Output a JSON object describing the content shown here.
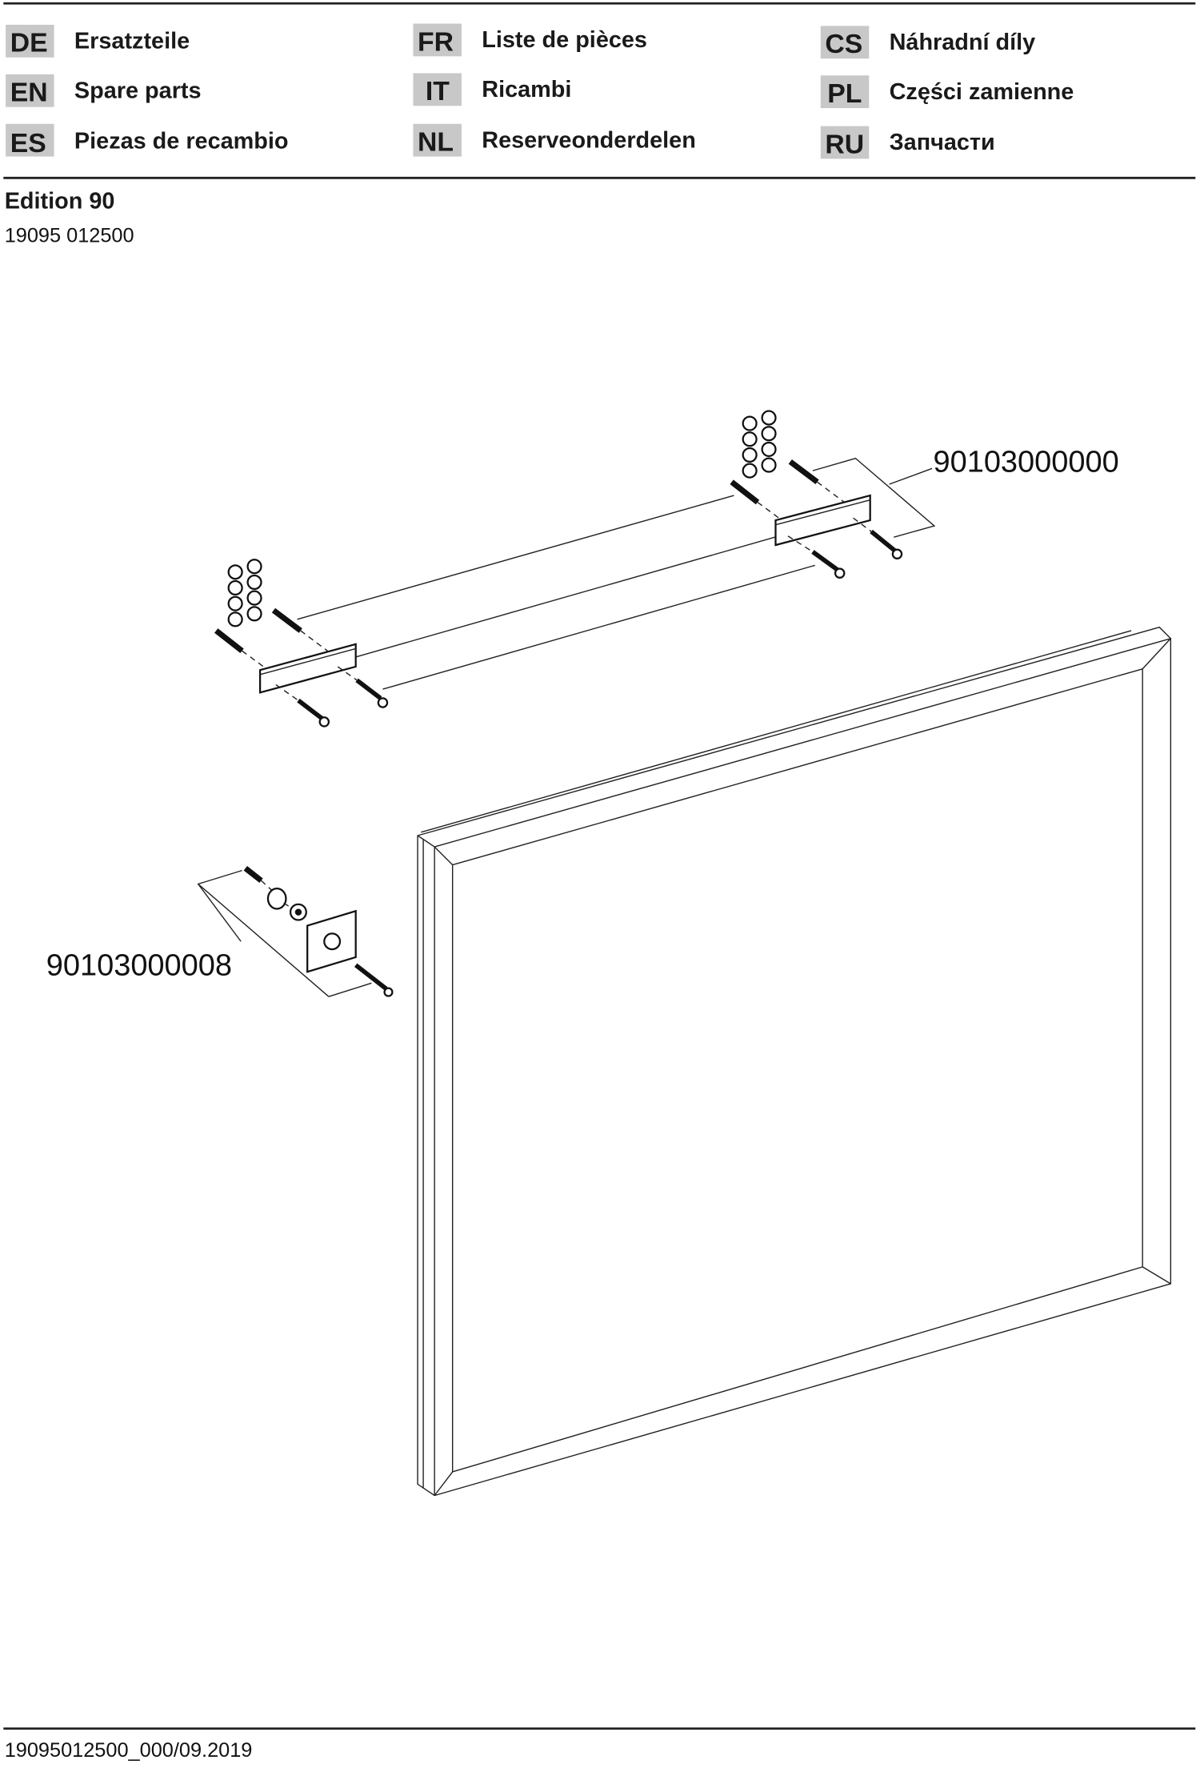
{
  "header": {
    "languages": [
      {
        "code": "DE",
        "label": "Ersatzteile"
      },
      {
        "code": "EN",
        "label": "Spare parts"
      },
      {
        "code": "ES",
        "label": "Piezas de recambio"
      },
      {
        "code": "FR",
        "label": "Liste de pièces"
      },
      {
        "code": "IT",
        "label": "Ricambi"
      },
      {
        "code": "NL",
        "label": "Reserveonderdelen"
      },
      {
        "code": "CS",
        "label": "Náhradní díly"
      },
      {
        "code": "PL",
        "label": "Części zamienne"
      },
      {
        "code": "RU",
        "label": "Запчасти"
      }
    ]
  },
  "product": {
    "name": "Edition 90",
    "number": "19095 012500"
  },
  "parts": {
    "wall_bracket_set": "90103000000",
    "spacer_set": "90103000008"
  },
  "footer": {
    "doc_id": "19095012500_000/09.2019"
  }
}
